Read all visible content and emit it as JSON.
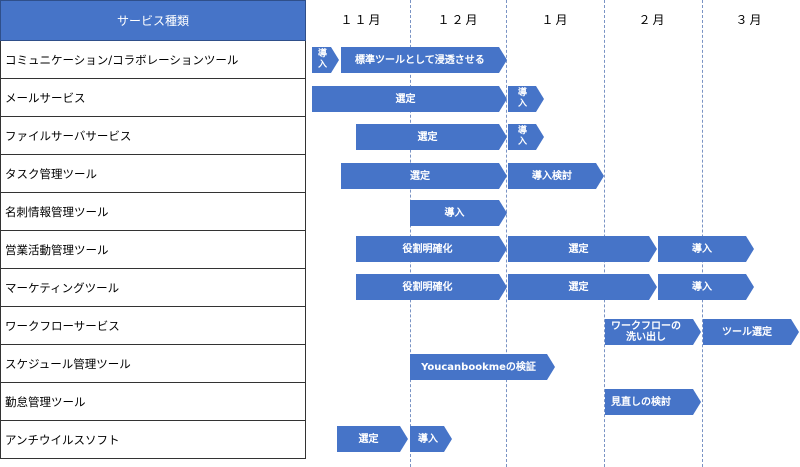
{
  "header": {
    "title": "サービス種類"
  },
  "months": [
    "１１月",
    "１２月",
    "１月",
    "２月",
    "３月"
  ],
  "rows": [
    {
      "label": "コミュニケーション/コラボレーションツール",
      "bars": [
        {
          "text": "導\n入"
        },
        {
          "text": "標準ツールとして浸透させる"
        }
      ]
    },
    {
      "label": "メールサービス",
      "bars": [
        {
          "text": "選定"
        },
        {
          "text": "導\n入"
        }
      ]
    },
    {
      "label": "ファイルサーバサービス",
      "bars": [
        {
          "text": "選定"
        },
        {
          "text": "導\n入"
        }
      ]
    },
    {
      "label": "タスク管理ツール",
      "bars": [
        {
          "text": "選定"
        },
        {
          "text": "導入検討"
        }
      ]
    },
    {
      "label": "名刺情報管理ツール",
      "bars": [
        {
          "text": "導入"
        }
      ]
    },
    {
      "label": "営業活動管理ツール",
      "bars": [
        {
          "text": "役割明確化"
        },
        {
          "text": "選定"
        },
        {
          "text": "導入"
        }
      ]
    },
    {
      "label": "マーケティングツール",
      "bars": [
        {
          "text": "役割明確化"
        },
        {
          "text": "選定"
        },
        {
          "text": "導入"
        }
      ]
    },
    {
      "label": "ワークフローサービス",
      "bars": [
        {
          "text": "ワークフローの\n洗い出し"
        },
        {
          "text": "ツール選定"
        }
      ]
    },
    {
      "label": "スケジュール管理ツール",
      "bars": [
        {
          "text": "Youcanbookmeの検証"
        }
      ]
    },
    {
      "label": "勤怠管理ツール",
      "bars": [
        {
          "text": "見直しの検討"
        }
      ]
    },
    {
      "label": "アンチウイルスソフト",
      "bars": [
        {
          "text": "選定"
        },
        {
          "text": "導入"
        }
      ]
    }
  ],
  "colors": {
    "accent": "#4674c8",
    "header_bg": "#4674c8",
    "gridline": "#7a93c4"
  }
}
